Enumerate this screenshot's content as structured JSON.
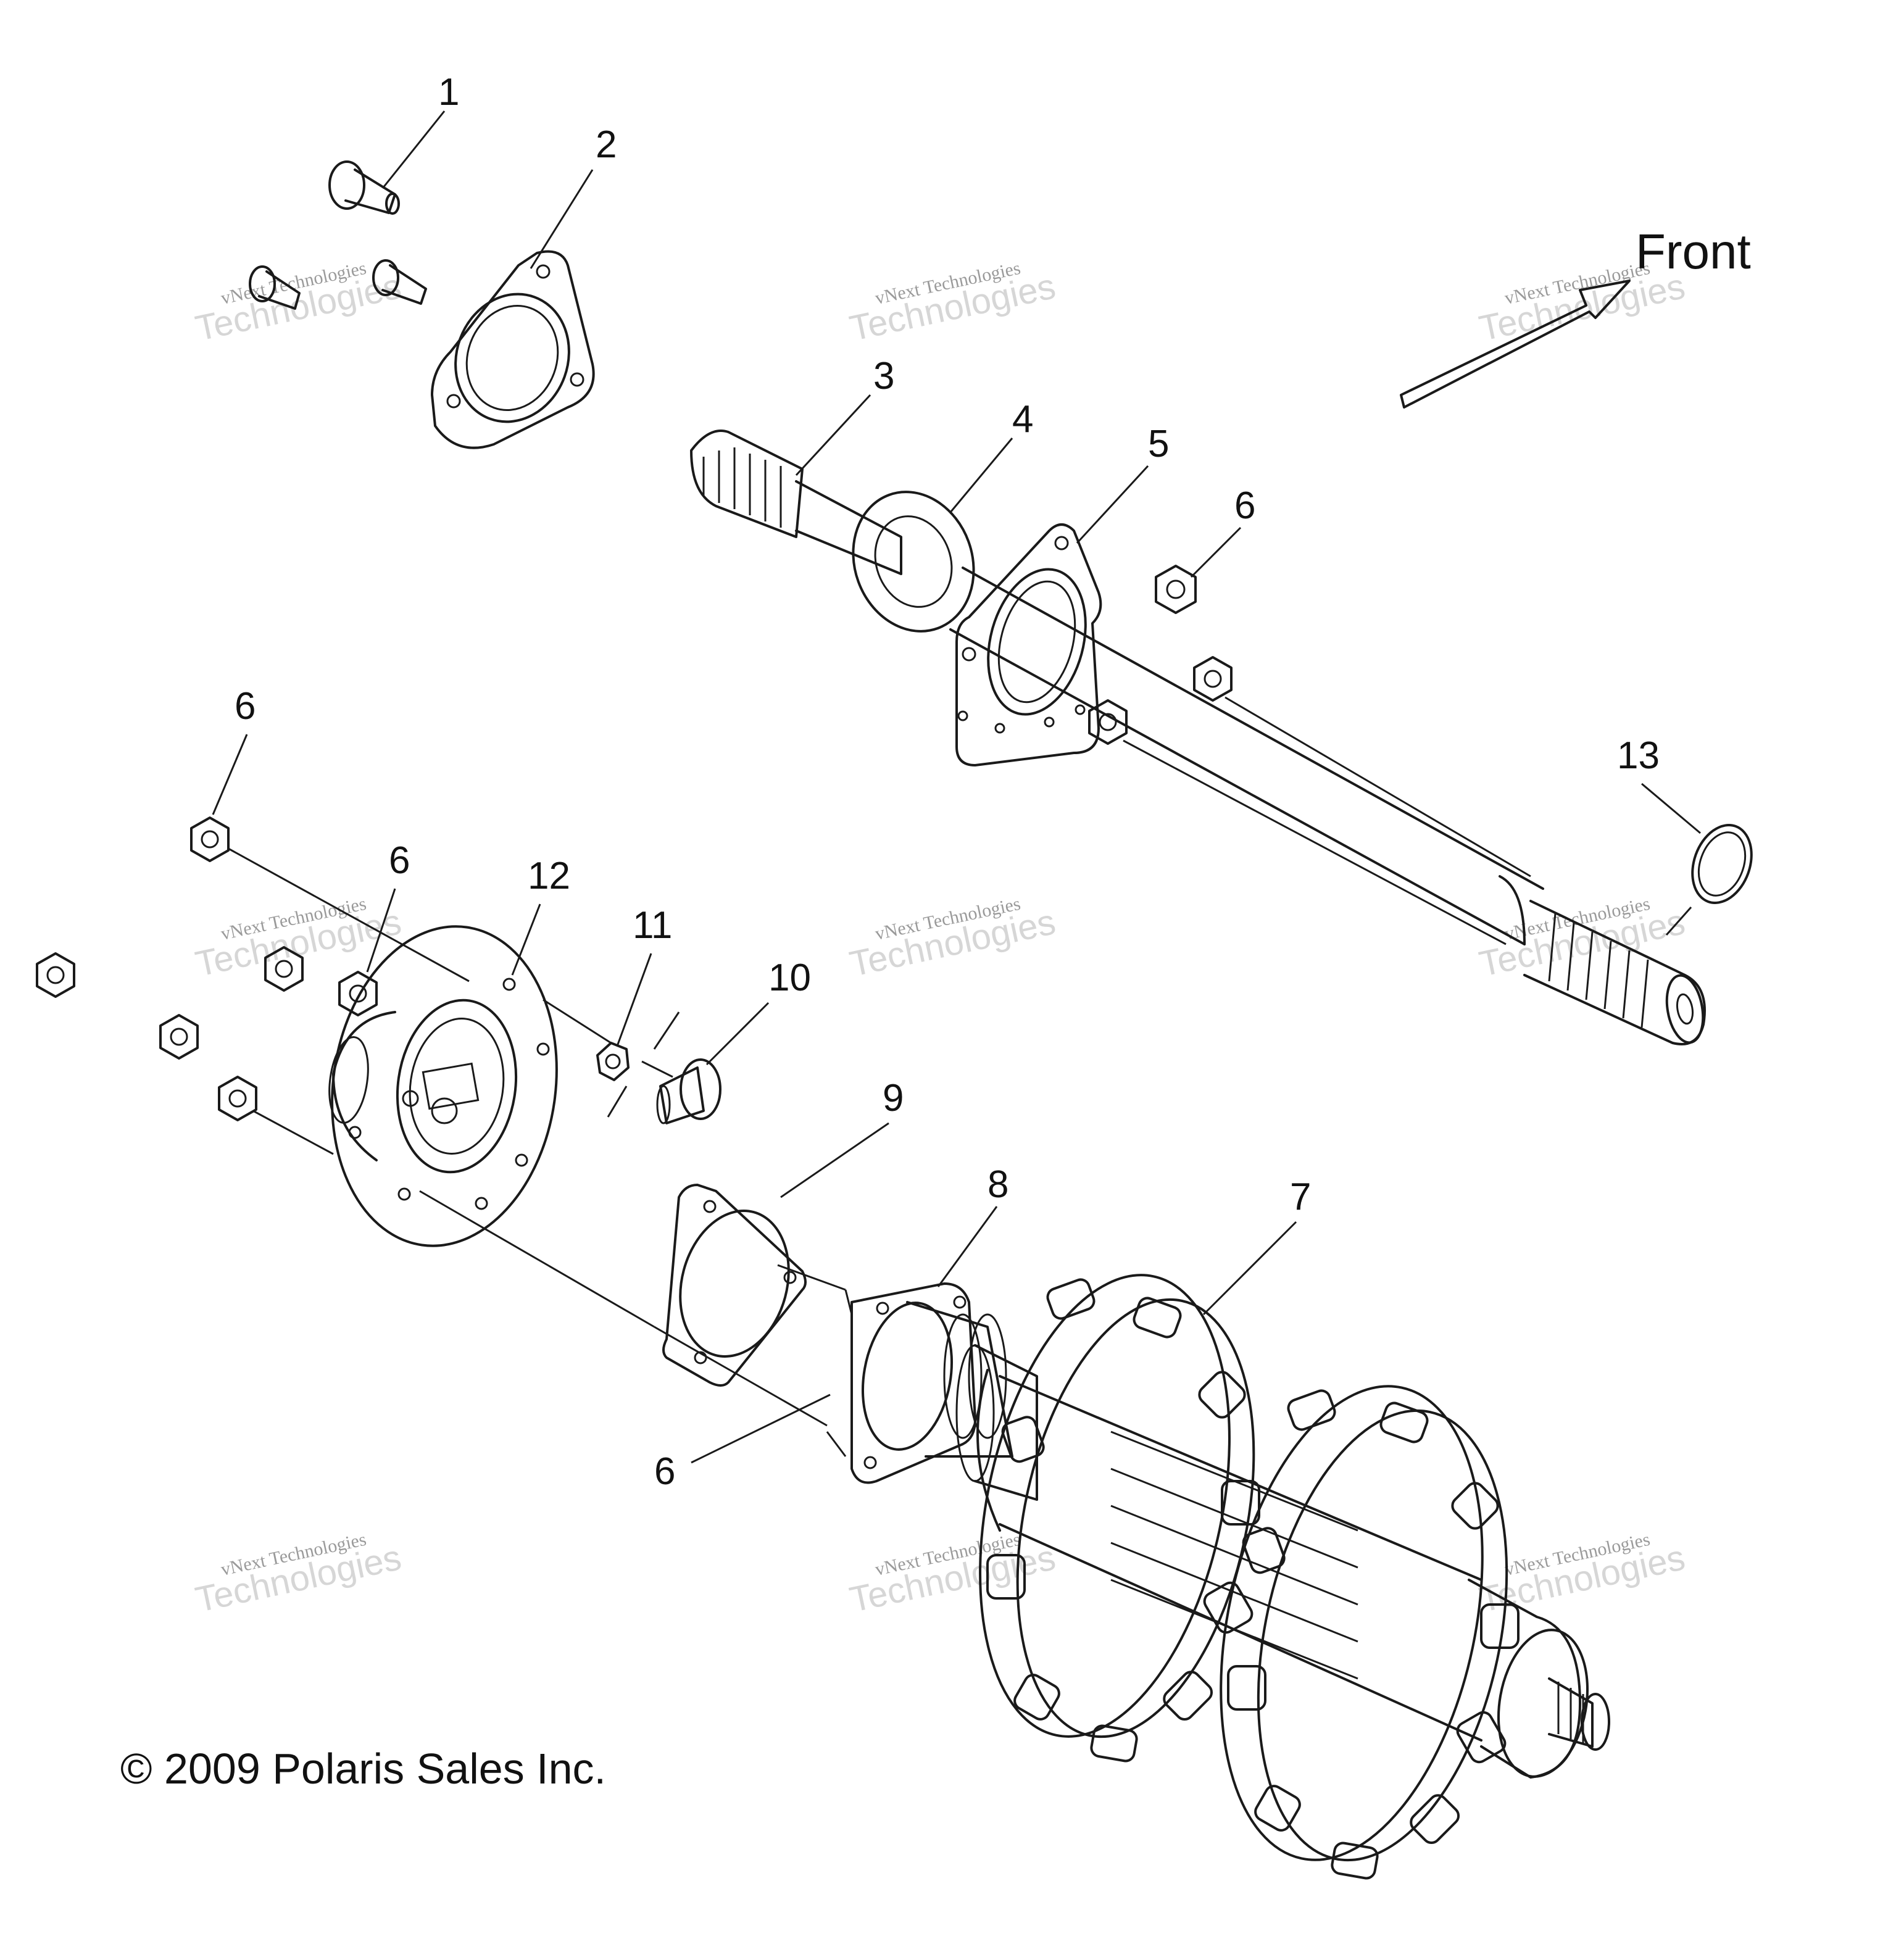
{
  "callouts": [
    {
      "label": "1"
    },
    {
      "label": "2"
    },
    {
      "label": "3"
    },
    {
      "label": "4"
    },
    {
      "label": "5"
    },
    {
      "label": "6"
    },
    {
      "label": "6"
    },
    {
      "label": "6"
    },
    {
      "label": "6"
    },
    {
      "label": "12"
    },
    {
      "label": "11"
    },
    {
      "label": "10"
    },
    {
      "label": "9"
    },
    {
      "label": "8"
    },
    {
      "label": "7"
    },
    {
      "label": "13"
    }
  ],
  "front_label": "Front",
  "copyright": "© 2009 Polaris Sales Inc.",
  "watermark": {
    "line1": "vNext Technologies",
    "line2": "Technologies"
  }
}
